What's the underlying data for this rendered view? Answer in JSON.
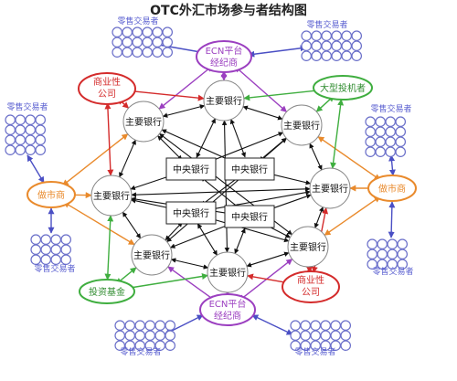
{
  "title": "OTC外汇市场参与者结构图",
  "labels": {
    "retail_trader": "零售交易者",
    "ecn_line1": "ECN平台",
    "ecn_line2": "经纪商",
    "major_bank": "主要银行",
    "central_bank": "中央银行",
    "market_maker": "做市商",
    "commercial_line1": "商业性",
    "commercial_line2": "公司",
    "big_investor": "大型投机者",
    "investment_fund": "投资基金"
  },
  "colors": {
    "retail": "#6a6fc9",
    "ecn": "#9b3fc0",
    "maker": "#e98a2c",
    "commercial": "#d42b2b",
    "investor": "#3fae3f",
    "core": "#111111"
  }
}
